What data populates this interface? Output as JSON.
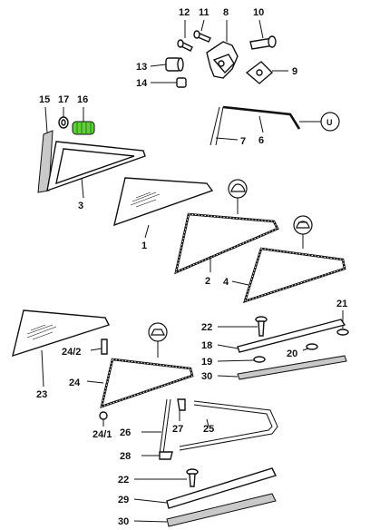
{
  "labels": {
    "p1": "1",
    "p2": "2",
    "p3": "3",
    "p4": "4",
    "p6": "6",
    "p7": "7",
    "p8": "8",
    "p9": "9",
    "p10": "10",
    "p11": "11",
    "p12": "12",
    "p13": "13",
    "p14": "14",
    "p15": "15",
    "p16": "16",
    "p17": "17",
    "p18": "18",
    "p19": "19",
    "p20": "20",
    "p21": "21",
    "p22a": "22",
    "p22b": "22",
    "p23": "23",
    "p24": "24",
    "p24_1": "24/1",
    "p24_2": "24/2",
    "p25": "25",
    "p26": "26",
    "p27": "27",
    "p28": "28",
    "p29": "29",
    "p30a": "30",
    "p30b": "30"
  },
  "callouts": {
    "u": "U"
  },
  "icons": [
    "coupe-body-icon",
    "targa-body-icon",
    "cabriolet-body-icon"
  ],
  "colors": {
    "highlight": "#5fcf3a",
    "ink": "#111111",
    "strip_fill": "#c9c9c9"
  }
}
